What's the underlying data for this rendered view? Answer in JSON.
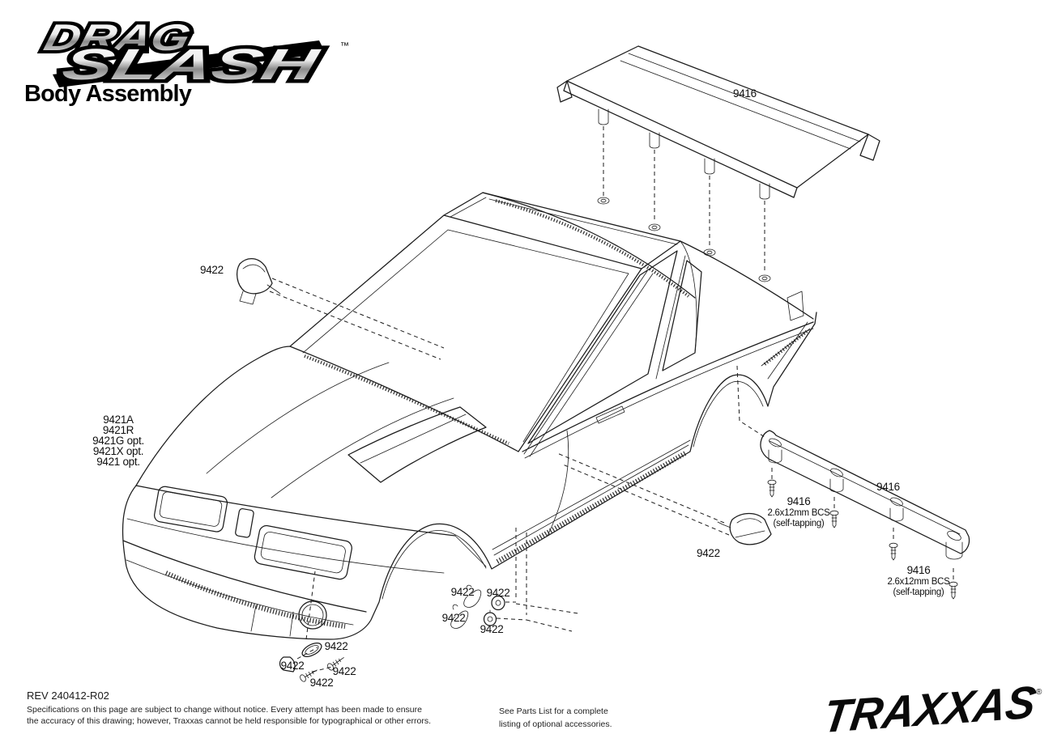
{
  "header": {
    "logo": {
      "line1": "DRAG",
      "line2": "SLASH",
      "trademark": "™"
    },
    "title": "Body Assembly"
  },
  "callouts": {
    "wing": "9416",
    "wing_mount_bar": "9416",
    "screw_left": {
      "l1": "9416",
      "l2": "2.6x12mm BCS",
      "l3": "(self-tapping)"
    },
    "screw_right": {
      "l1": "9416",
      "l2": "2.6x12mm BCS",
      "l3": "(self-tapping)"
    },
    "mirror_top_left": "9422",
    "mirror_right": "9422",
    "body_options": {
      "l1": "9421A",
      "l2": "9421R",
      "l3": "9421G opt.",
      "l4": "9421X opt.",
      "l5": "9421 opt."
    },
    "hardware": {
      "h1": "9422",
      "h2": "9422",
      "h3": "9422",
      "h4": "9422"
    },
    "mirror_cluster": {
      "m1": "9422",
      "m2": "9422",
      "m3": "9422",
      "m4": "9422"
    }
  },
  "footer": {
    "revision": "REV 240412-R02",
    "disclaimer1": "Specifications on this page are subject to change without notice.  Every attempt has been made to ensure",
    "disclaimer2": "the accuracy of this drawing; however, Traxxas cannot be held responsible for typographical or other errors.",
    "parts_note1": "See Parts List for a complete",
    "parts_note2": "listing of optional accessories.",
    "brand": "TRAXXAS",
    "brand_mark": "®"
  },
  "colors": {
    "ink": "#1c1c1c",
    "paper": "#ffffff"
  }
}
